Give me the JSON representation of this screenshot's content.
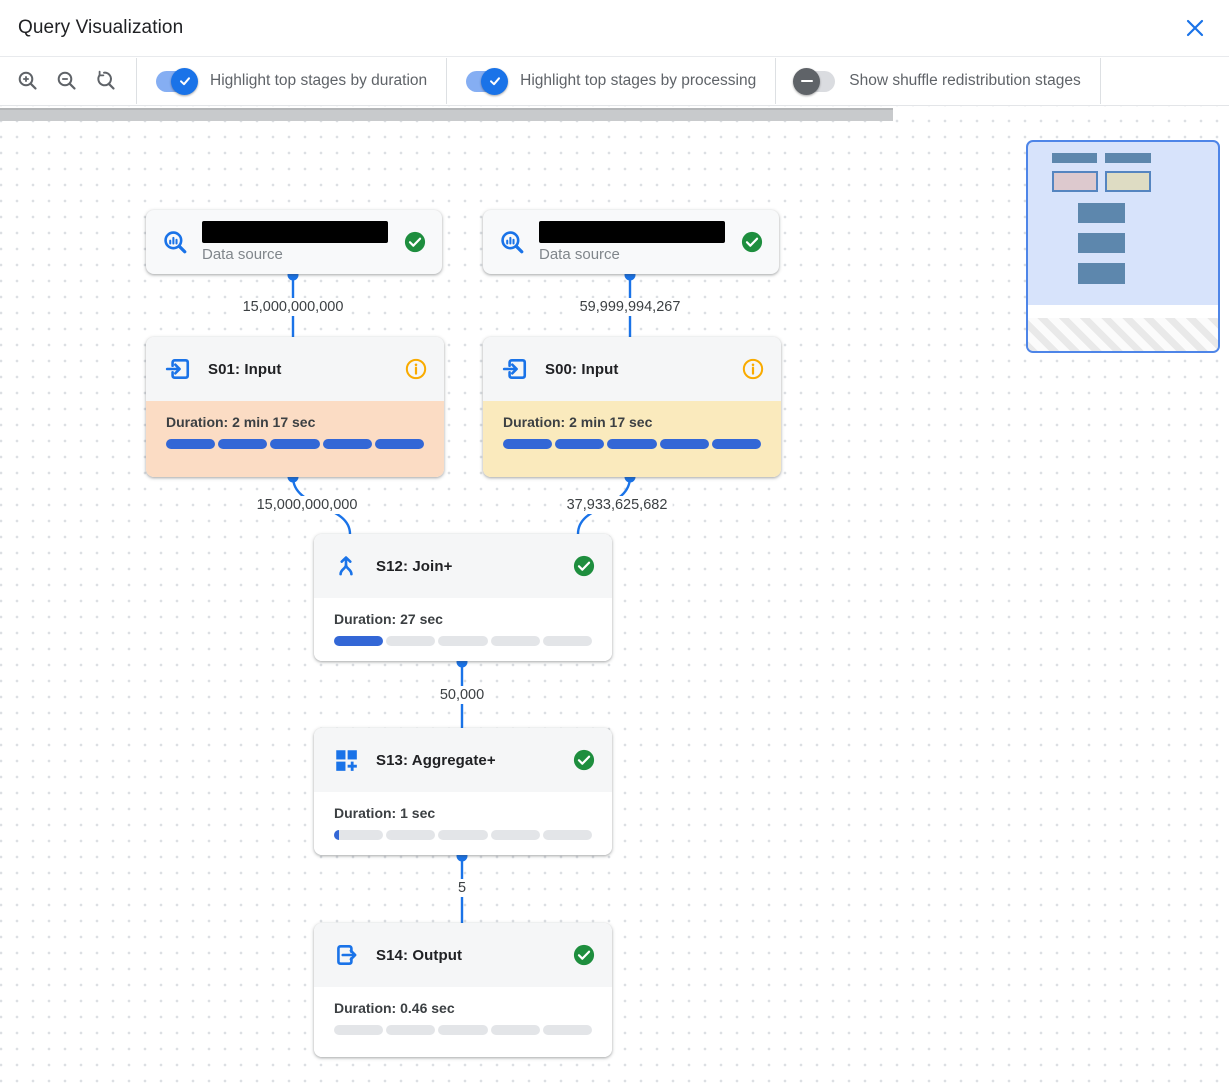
{
  "header": {
    "title": "Query Visualization"
  },
  "toolbar": {
    "zoom_controls": [
      {
        "name": "zoom-in"
      },
      {
        "name": "zoom-out"
      },
      {
        "name": "zoom-reset"
      }
    ],
    "toggles": [
      {
        "label": "Highlight top stages by duration",
        "state": "on"
      },
      {
        "label": "Highlight top stages by processing",
        "state": "on"
      },
      {
        "label": "Show shuffle redistribution stages",
        "state": "off"
      }
    ]
  },
  "graph": {
    "datasources": [
      {
        "caption": "Data source",
        "name_redacted": true,
        "status": "complete"
      },
      {
        "caption": "Data source",
        "name_redacted": true,
        "status": "complete"
      }
    ],
    "stages": [
      {
        "title": "S01: Input",
        "duration": "Duration: 2 min 17 sec",
        "progress_percent": 100,
        "highlight": "duration",
        "indicator": "info"
      },
      {
        "title": "S00: Input",
        "duration": "Duration: 2 min 17 sec",
        "progress_percent": 100,
        "highlight": "processing",
        "indicator": "info"
      },
      {
        "title": "S12: Join+",
        "duration": "Duration: 27 sec",
        "progress_percent": 20,
        "highlight": "none",
        "indicator": "complete"
      },
      {
        "title": "S13: Aggregate+",
        "duration": "Duration: 1 sec",
        "progress_percent": 2,
        "highlight": "none",
        "indicator": "complete"
      },
      {
        "title": "S14: Output",
        "duration": "Duration: 0.46 sec",
        "progress_percent": 0,
        "highlight": "none",
        "indicator": "complete"
      }
    ],
    "edges": [
      {
        "from": "datasource-1",
        "to": "S01",
        "rows": "15,000,000,000"
      },
      {
        "from": "datasource-2",
        "to": "S00",
        "rows": "59,999,994,267"
      },
      {
        "from": "S01",
        "to": "S12",
        "rows": "15,000,000,000"
      },
      {
        "from": "S00",
        "to": "S12",
        "rows": "37,933,625,682"
      },
      {
        "from": "S12",
        "to": "S13",
        "rows": "50,000"
      },
      {
        "from": "S13",
        "to": "S14",
        "rows": "5"
      }
    ]
  },
  "colors": {
    "accent_blue": "#1a73e8",
    "bar_blue": "#3367d6",
    "bar_track": "#e3e5e8",
    "success_green": "#1e8e3e",
    "info_orange": "#f9ab00",
    "highlight_duration": "#fbdcc4",
    "highlight_processing": "#faeabd",
    "minimap_bg": "#d7e3fb",
    "minimap_border": "#4e85e8",
    "minimap_node": "#5d87ad"
  }
}
